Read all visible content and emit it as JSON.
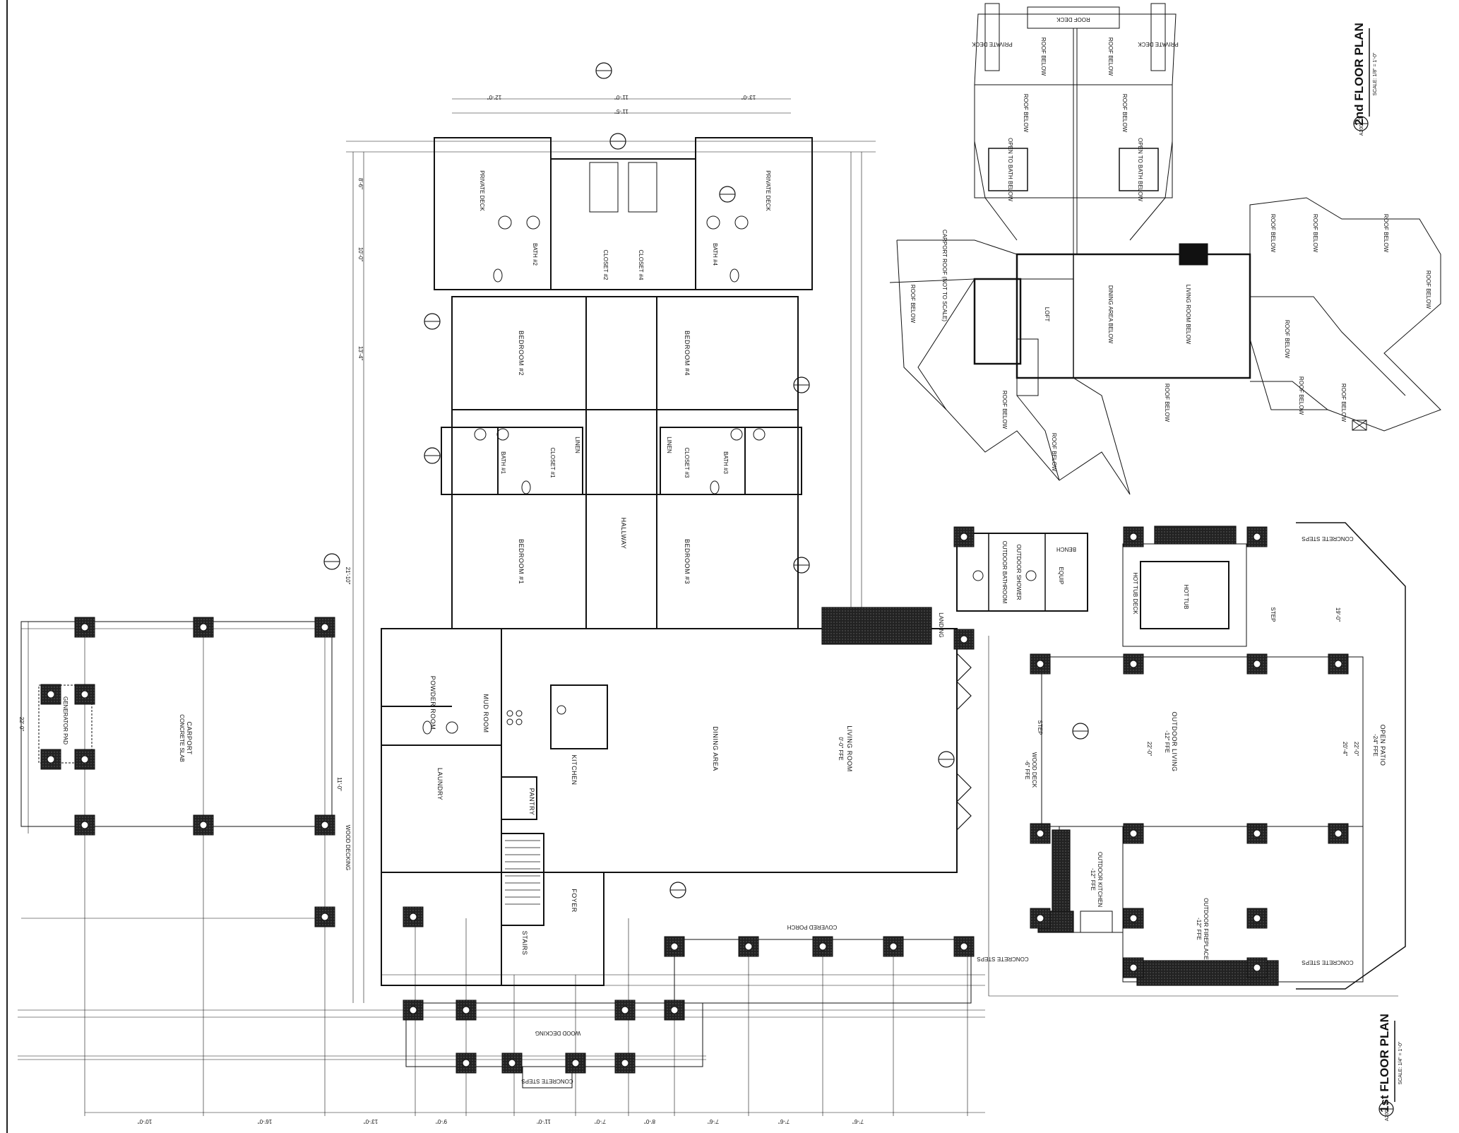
{
  "sheet": {
    "plan_1": {
      "number": "1",
      "sheet_ref": "A200",
      "title": "1st FLOOR PLAN",
      "scale": "SCALE: 1/4\" = 1'-0\""
    },
    "plan_2": {
      "number": "2",
      "sheet_ref": "A200",
      "title": "2nd FLOOR PLAN",
      "scale": "SCALE: 1/8\" = 1'-0\""
    }
  },
  "first_floor": {
    "carport": "CARPORT",
    "carport_note": "CONCRETE SLAB",
    "generator_pad": "GENERATOR PAD",
    "wood_decking_1": "WOOD DECKING",
    "wood_decking_2": "WOOD DECKING",
    "concrete_steps_1": "CONCRETE STEPS",
    "concrete_steps_2": "CONCRETE STEPS",
    "concrete_steps_3": "CONCRETE STEPS",
    "concrete_steps_4": "CONCRETE STEPS",
    "powder_room": "POWDER ROOM",
    "laundry": "LAUNDRY",
    "mud_room": "MUD ROOM",
    "pantry": "PANTRY",
    "kitchen": "KITCHEN",
    "dining_area": "DINING AREA",
    "living_room": "LIVING ROOM",
    "living_ceiling": "0'-0\" FFE",
    "foyer": "FOYER",
    "stairs": "STAIRS",
    "hallway": "HALLWAY",
    "covered_porch": "COVERED PORCH",
    "bedroom_1": "BEDROOM #1",
    "bedroom_2": "BEDROOM #2",
    "bedroom_3": "BEDROOM #3",
    "bedroom_4": "BEDROOM #4",
    "bath_1": "BATH #1",
    "bath_2": "BATH #2",
    "bath_3": "BATH #3",
    "bath_4": "BATH #4",
    "closet_1": "CLOSET #1",
    "closet_2": "CLOSET #2",
    "closet_3": "CLOSET #3",
    "closet_4": "CLOSET #4",
    "linen_1": "LINEN",
    "linen_2": "LINEN",
    "private_deck_1": "PRIVATE DECK",
    "private_deck_2": "PRIVATE DECK",
    "outdoor_bathroom": "OUTDOOR BATHROOM",
    "outdoor_shower": "OUTDOOR SHOWER",
    "equip": "EQUIP",
    "hot_tub": "HOT TUB",
    "hot_tub_deck": "HOT TUB DECK",
    "outdoor_living": "OUTDOOR LIVING",
    "outdoor_living_ffe": "-12\" FFE",
    "outdoor_kitchen": "OUTDOOR KITCHEN",
    "outdoor_kitchen_ffe": "-12\" FFE",
    "outdoor_fireplace": "OUTDOOR FIREPLACE",
    "outdoor_fireplace_ffe": "-12\" FFE",
    "open_patio": "OPEN PATIO",
    "open_patio_ffe": "-24\" FFE",
    "wood_deck": "WOOD DECK",
    "wood_deck_ffe": "-6\" FFE",
    "landing": "LANDING",
    "bench": "BENCH",
    "step_1": "STEP",
    "step_2": "STEP"
  },
  "second_floor": {
    "loft": "LOFT",
    "living_room_below": "LIVING ROOM BELOW",
    "dining_area_below": "DINING AREA BELOW",
    "roof_below": "ROOF BELOW",
    "roof_deck": "ROOF DECK",
    "open_to_bath_below": "OPEN TO BATH BELOW",
    "carport_roof": "CARPORT ROOF (NOT TO SCALE)",
    "private_deck": "PRIVATE DECK"
  },
  "dimensions": {
    "top_1": "11'-0\"",
    "top_2": "12'-0\"",
    "top_3": "13'-0\"",
    "top_4": "11'-5\"",
    "bottom_1": "10'-0\"",
    "bottom_2": "16'-0\"",
    "bottom_3": "13'-0\"",
    "bottom_4": "9'-0\"",
    "bottom_5": "11'-0\"",
    "bottom_6": "7'-0\"",
    "bottom_7": "8'-0\"",
    "bottom_8": "7'-6\"",
    "bottom_9": "7'-6\"",
    "bottom_10": "7'-6\"",
    "left_1": "21'-10\"",
    "left_2": "8'-6\"",
    "left_3": "10'-0\"",
    "left_4": "13'-4\"",
    "left_5": "11'-0\"",
    "right_1": "19'-0\"",
    "right_2": "22'-0\"",
    "right_3": "20'-4\"",
    "right_4": "22'-0\"",
    "carport_w": "22'-0\""
  },
  "colors": {
    "line": "#111111",
    "hatch": "#1a1a1a",
    "paper": "#ffffff"
  }
}
